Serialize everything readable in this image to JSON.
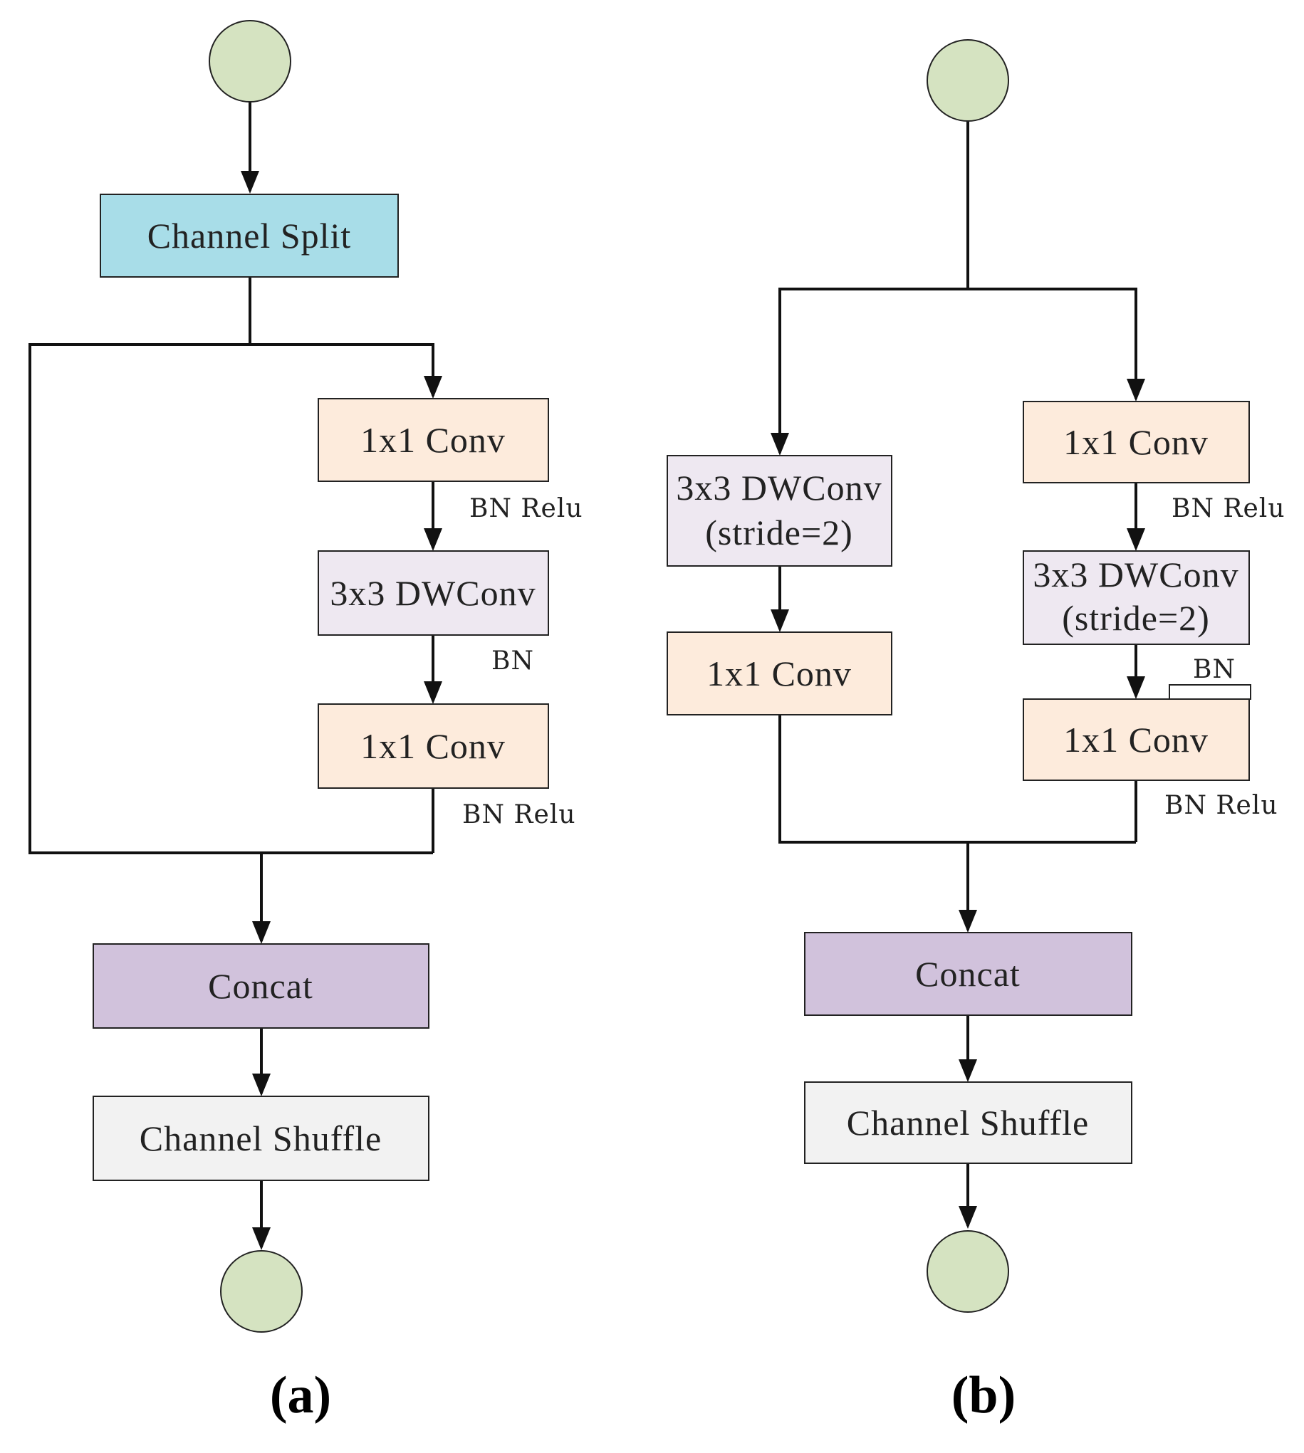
{
  "colors": {
    "circle": "#d5e3c1",
    "split": "#a8dde8",
    "conv": "#fdebdc",
    "dwconv": "#eee8f1",
    "concat": "#d1c2dc",
    "shuffle": "#f2f2f2",
    "line": "#111111"
  },
  "panel_a": {
    "caption": "(a)",
    "channel_split": "Channel Split",
    "conv1": "1x1 Conv",
    "edge1": "BN Relu",
    "dwconv": "3x3 DWConv",
    "edge2": "BN",
    "conv2": "1x1 Conv",
    "edge3": "BN Relu",
    "concat": "Concat",
    "shuffle": "Channel Shuffle"
  },
  "panel_b": {
    "caption": "(b)",
    "left_dwconv_line1": "3x3 DWConv",
    "left_dwconv_line2": "(stride=2)",
    "left_conv": "1x1 Conv",
    "right_conv1": "1x1 Conv",
    "edge1": "BN Relu",
    "right_dwconv_line1": "3x3 DWConv",
    "right_dwconv_line2": "(stride=2)",
    "edge2": "BN",
    "right_conv2": "1x1 Conv",
    "edge3": "BN Relu",
    "concat": "Concat",
    "shuffle": "Channel Shuffle"
  }
}
